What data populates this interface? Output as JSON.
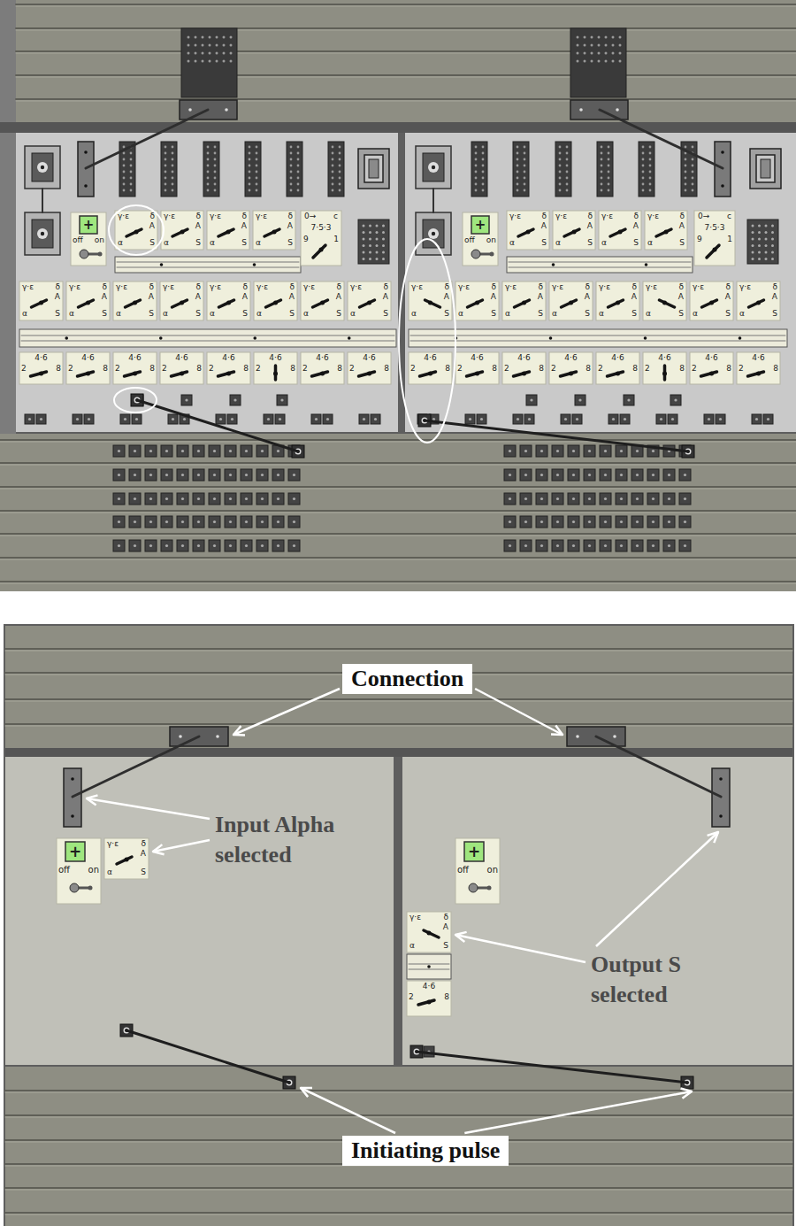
{
  "diagram": {
    "nodes": [
      {
        "text": [
          "Connection"
        ]
      },
      {
        "text": [
          "Initiating pulse"
        ]
      }
    ],
    "labels": [
      "+",
      "off on",
      "γ·ε δ",
      "A",
      "α S",
      "γ·ε δ",
      "A",
      "α S",
      "γ·ε δ",
      "A",
      "α S",
      "γ·ε δ",
      "A",
      "α S",
      "0→ c",
      "7·5·3",
      "9 1",
      "γ·ε δ",
      "A",
      "α S",
      "γ·ε δ",
      "A",
      "α S",
      "γ·ε δ",
      "A",
      "α S",
      "γ·ε δ",
      "A",
      "α S",
      "γ·ε δ",
      "A",
      "α S",
      "γ·ε δ",
      "A",
      "α S",
      "γ·ε δ",
      "A",
      "α S",
      "γ·ε δ",
      "A",
      "α S",
      "4·6",
      "2 8",
      "4·6",
      "2 8",
      "4·6",
      "2 8",
      "4·6",
      "2 8",
      "4·6",
      "2 8",
      "4·6",
      "2 8",
      "4·6",
      "2 8",
      "4·6",
      "2 8",
      "+",
      "off on",
      "γ·ε δ",
      "A",
      "α S",
      "γ·ε δ",
      "A",
      "α S",
      "γ·ε δ",
      "A",
      "α S",
      "γ·ε δ",
      "A",
      "α S",
      "0→ c",
      "7·5·3",
      "9 1",
      "γ·ε δ",
      "A",
      "α S",
      "γ·ε δ",
      "A",
      "α S",
      "γ·ε δ",
      "A",
      "α S",
      "γ·ε δ",
      "A",
      "α S",
      "γ·ε δ",
      "A",
      "α S",
      "γ·ε δ",
      "A",
      "α S",
      "γ·ε δ",
      "A",
      "α S",
      "γ·ε δ",
      "A",
      "α S",
      "4·6",
      "2 8",
      "4·6",
      "2 8",
      "4·6",
      "2 8",
      "4·6",
      "2 8",
      "4·6",
      "2 8",
      "4·6",
      "2 8",
      "4·6",
      "2 8",
      "4·6",
      "2 8",
      "Input Alpha selected",
      "+",
      "off on",
      "γ·ε δ",
      "A",
      "α S",
      "+",
      "off on",
      "γ·ε δ",
      "A",
      "α S",
      "4·6",
      "2 8",
      "Output S selected"
    ]
  }
}
